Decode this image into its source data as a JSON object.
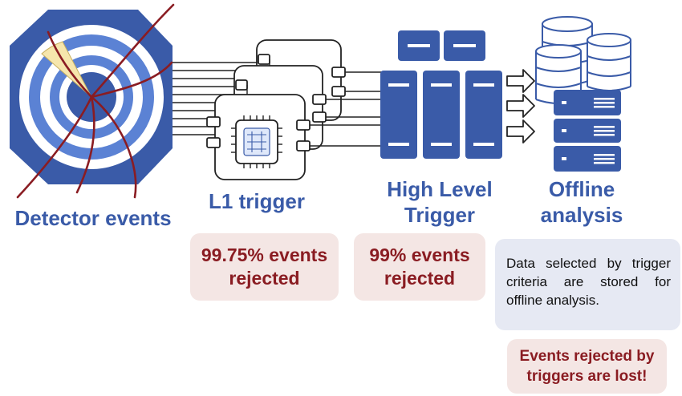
{
  "labels": {
    "detector": "Detector events",
    "l1": "L1 trigger",
    "hlt_line1": "High Level",
    "hlt_line2": "Trigger",
    "offline_line1": "Offline",
    "offline_line2": "analysis"
  },
  "boxes": {
    "l1_rejected_line1": "99.75% events",
    "l1_rejected_line2": "rejected",
    "hlt_rejected_line1": "99% events",
    "hlt_rejected_line2": "rejected",
    "stored_note": "Data selected by trigger criteria are stored for offline analysis.",
    "lost_line1": "Events rejected by",
    "lost_line2": "triggers are lost!"
  },
  "colors": {
    "primary_blue": "#3a5ba8",
    "dark_red": "#8a1c22",
    "pink_bg": "#f4e6e4",
    "note_bg": "#e6e9f3"
  }
}
